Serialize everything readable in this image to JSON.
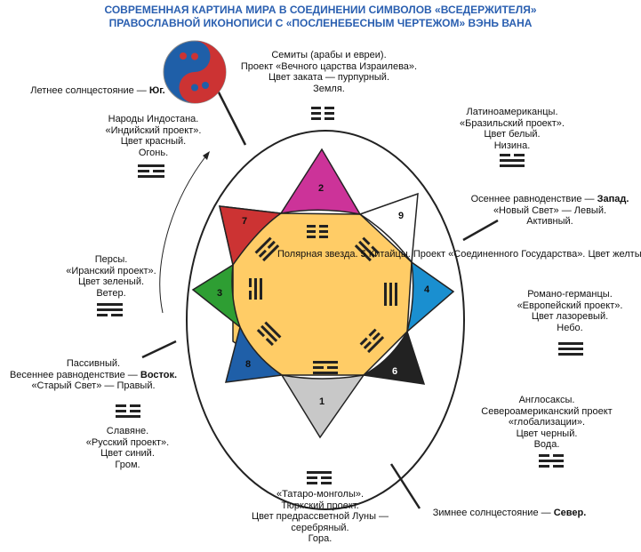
{
  "title": {
    "line1": "СОВРЕМЕННАЯ КАРТИНА МИРА  В СОЕДИНЕНИИ СИМВОЛОВ «ВСЕДЕРЖИТЕЛЯ»",
    "line2": "ПРАВОСЛАВНОЙ ИКОНОПИСИ С «ПОСЛЕНЕБЕСНЫМ ЧЕРТЕЖОМ» ВЭНЬ ВАНА"
  },
  "colors": {
    "title": "#2a5fb0",
    "center": "#ffcc66",
    "p2": "#cc3399",
    "p7": "#cc3333",
    "p3": "#2e9e33",
    "p8": "#1f5fa8",
    "p1": "#c8c8c8",
    "p6": "#222222",
    "p4": "#1a8fd0",
    "p9": "#ffffff"
  },
  "compass": {
    "south": {
      "prefix": "Летнее солнцестояние — ",
      "strong": "Юг."
    },
    "west": {
      "prefix": "Осеннее равноденствие — ",
      "strong": "Запад.",
      "l2": "«Новый Свет» — Левый.",
      "l3": "Активный."
    },
    "east": {
      "l1": "Пассивный.",
      "prefix": "Весеннее равноденствие — ",
      "strong": "Восток.",
      "l3": "«Старый Свет» — Правый."
    },
    "north": {
      "prefix": "Зимнее солнцестояние — ",
      "strong": "Север."
    }
  },
  "labels": {
    "semites": [
      "Семиты (арабы и евреи).",
      "Проект «Вечного царства Израилева».",
      "Цвет заката — пурпурный.",
      "Земля."
    ],
    "latin": [
      "Латиноамериканцы.",
      "«Бразильский проект».",
      "Цвет белый.",
      "Низина."
    ],
    "india": [
      "Народы Индостана.",
      "«Индийский проект».",
      "Цвет красный.",
      "Огонь."
    ],
    "persia": [
      "Персы.",
      "«Иранский проект».",
      "Цвет зеленый.",
      "Ветер."
    ],
    "romano": [
      "Романо-германцы.",
      "«Европейский проект».",
      "Цвет лазоревый.",
      "Небо."
    ],
    "slavs": [
      "Славяне.",
      "«Русский проект».",
      "Цвет синий.",
      "Гром."
    ],
    "anglo": [
      "Англосаксы.",
      "Североамериканский проект",
      "«глобализации».",
      "Цвет черный.",
      "Вода."
    ],
    "tatar": [
      "«Татаро-монголы».",
      "Тюркский проект.",
      "Цвет предрассветной Луны —",
      "серебряный.",
      "Гора."
    ],
    "center": [
      "Полярная",
      "звезда.",
      "5",
      "Китайцы.",
      "Проект",
      "«Соединенного",
      "Государства».",
      "Цвет желтый."
    ]
  },
  "numbers": {
    "n1": "1",
    "n2": "2",
    "n3": "3",
    "n4": "4",
    "n6": "6",
    "n7": "7",
    "n8": "8",
    "n9": "9"
  }
}
